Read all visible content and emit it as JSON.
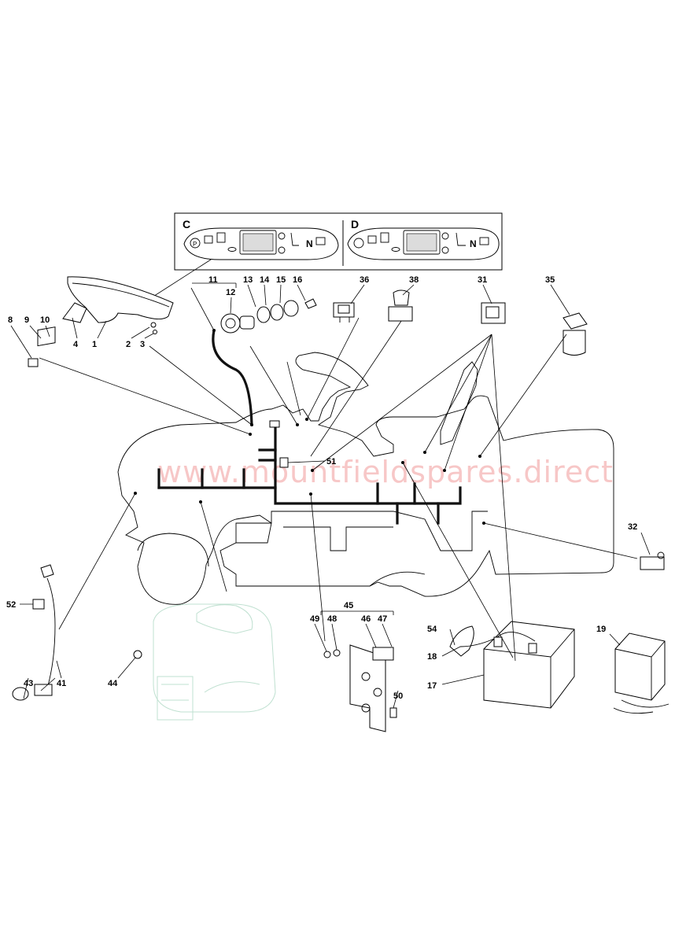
{
  "watermark": "www.mountfieldspares.direct",
  "panels": [
    {
      "letter": "C",
      "n_label": "N"
    },
    {
      "letter": "D",
      "n_label": "N"
    }
  ],
  "callouts": [
    "1",
    "2",
    "3",
    "4",
    "8",
    "9",
    "10",
    "11",
    "12",
    "13",
    "14",
    "15",
    "16",
    "17",
    "18",
    "19",
    "31",
    "32",
    "35",
    "36",
    "38",
    "41",
    "43",
    "44",
    "45",
    "46",
    "47",
    "48",
    "49",
    "50",
    "51",
    "52",
    "54"
  ]
}
